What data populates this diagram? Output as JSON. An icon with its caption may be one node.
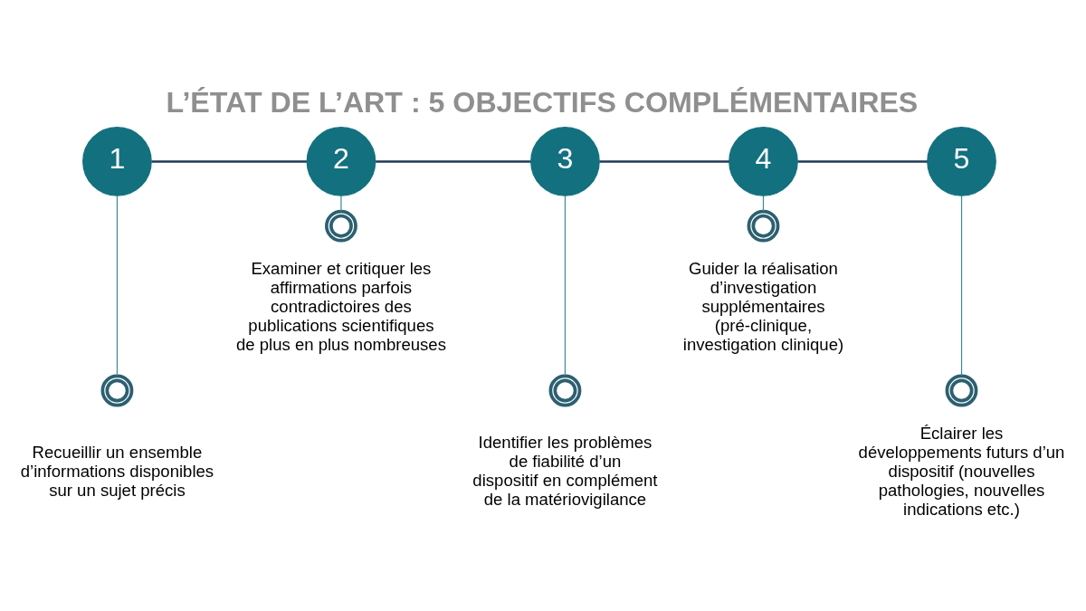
{
  "diagram": {
    "title": "L’ÉTAT DE L’ART : 5 OBJECTIFS COMPLÉMENTAIRES",
    "nodes": [
      {
        "text": [
          "1"
        ]
      },
      {
        "text": [
          "2"
        ]
      },
      {
        "text": [
          "3"
        ]
      },
      {
        "text": [
          "4"
        ]
      },
      {
        "text": [
          "5"
        ]
      },
      {
        "text": [],
        "shape": "target",
        "beside": [
          "Recueillir un ensemble d’informations disponibles sur un sujet précis"
        ]
      },
      {
        "text": [],
        "shape": "target",
        "beside": [
          "Examiner et critiquer les affirmations parfois contradictoires des publications scientifiques de plus en plus nombreuses"
        ]
      },
      {
        "text": [],
        "shape": "target",
        "beside": [
          "Identifier les problèmes de fiabilité d’un dispositif en complément de la matériovigilance"
        ]
      },
      {
        "text": [],
        "shape": "target",
        "beside": [
          "Guider la réalisation d’investigation supplémentaires (pré-clinique, investigation clinique)"
        ]
      },
      {
        "text": [],
        "shape": "target",
        "beside": [
          "Éclairer les développements futurs d’un dispositif (nouvelles pathologies, nouvelles indications etc.)"
        ]
      }
    ],
    "edges": [
      {
        "from": 0,
        "to": 1,
        "arrow": "none"
      },
      {
        "from": 1,
        "to": 2,
        "arrow": "none"
      },
      {
        "from": 2,
        "to": 3,
        "arrow": "none"
      },
      {
        "from": 3,
        "to": 4,
        "arrow": "none"
      },
      {
        "from": 0,
        "to": 5,
        "arrow": "none",
        "color": "#3f8a97"
      },
      {
        "from": 1,
        "to": 6,
        "arrow": "none",
        "color": "#3f8a97"
      },
      {
        "from": 2,
        "to": 7,
        "arrow": "none",
        "color": "#3f8a97"
      },
      {
        "from": 3,
        "to": 8,
        "arrow": "none",
        "color": "#3f8a97"
      },
      {
        "from": 4,
        "to": 9,
        "arrow": "none",
        "color": "#3f8a97"
      }
    ]
  }
}
